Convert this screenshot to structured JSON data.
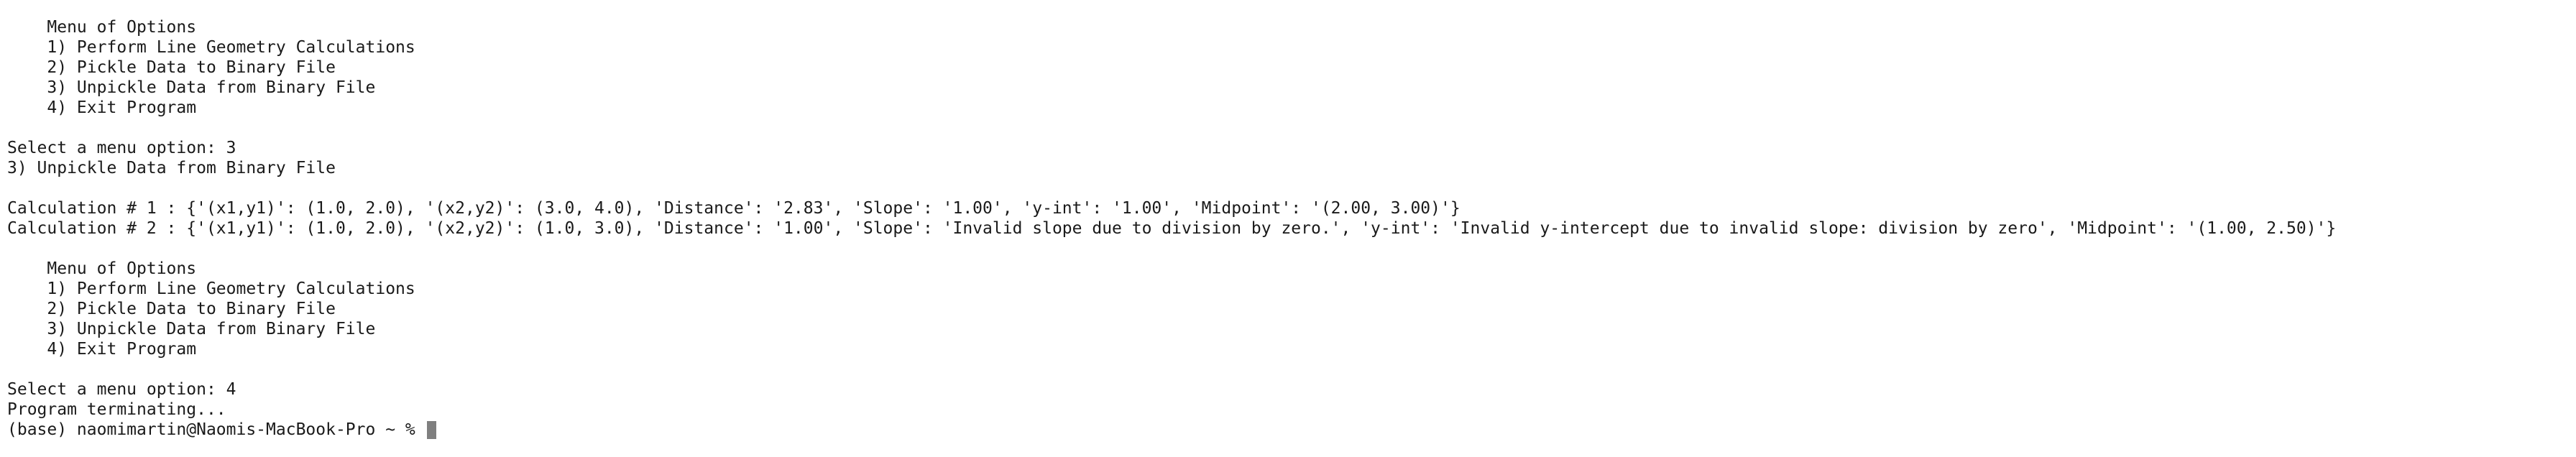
{
  "terminal": {
    "lines": [
      "    Menu of Options",
      "    1) Perform Line Geometry Calculations",
      "    2) Pickle Data to Binary File",
      "    3) Unpickle Data from Binary File",
      "    4) Exit Program",
      "",
      "Select a menu option: 3",
      "3) Unpickle Data from Binary File",
      "",
      "Calculation # 1 : {'(x1,y1)': (1.0, 2.0), '(x2,y2)': (3.0, 4.0), 'Distance': '2.83', 'Slope': '1.00', 'y-int': '1.00', 'Midpoint': '(2.00, 3.00)'}",
      "Calculation # 2 : {'(x1,y1)': (1.0, 2.0), '(x2,y2)': (1.0, 3.0), 'Distance': '1.00', 'Slope': 'Invalid slope due to division by zero.', 'y-int': 'Invalid y-intercept due to invalid slope: division by zero', 'Midpoint': '(1.00, 2.50)'}",
      "",
      "    Menu of Options",
      "    1) Perform Line Geometry Calculations",
      "    2) Pickle Data to Binary File",
      "    3) Unpickle Data from Binary File",
      "    4) Exit Program",
      "",
      "Select a menu option: 4",
      "Program terminating..."
    ],
    "prompt": "(base) naomimartin@Naomis-MacBook-Pro ~ % "
  }
}
